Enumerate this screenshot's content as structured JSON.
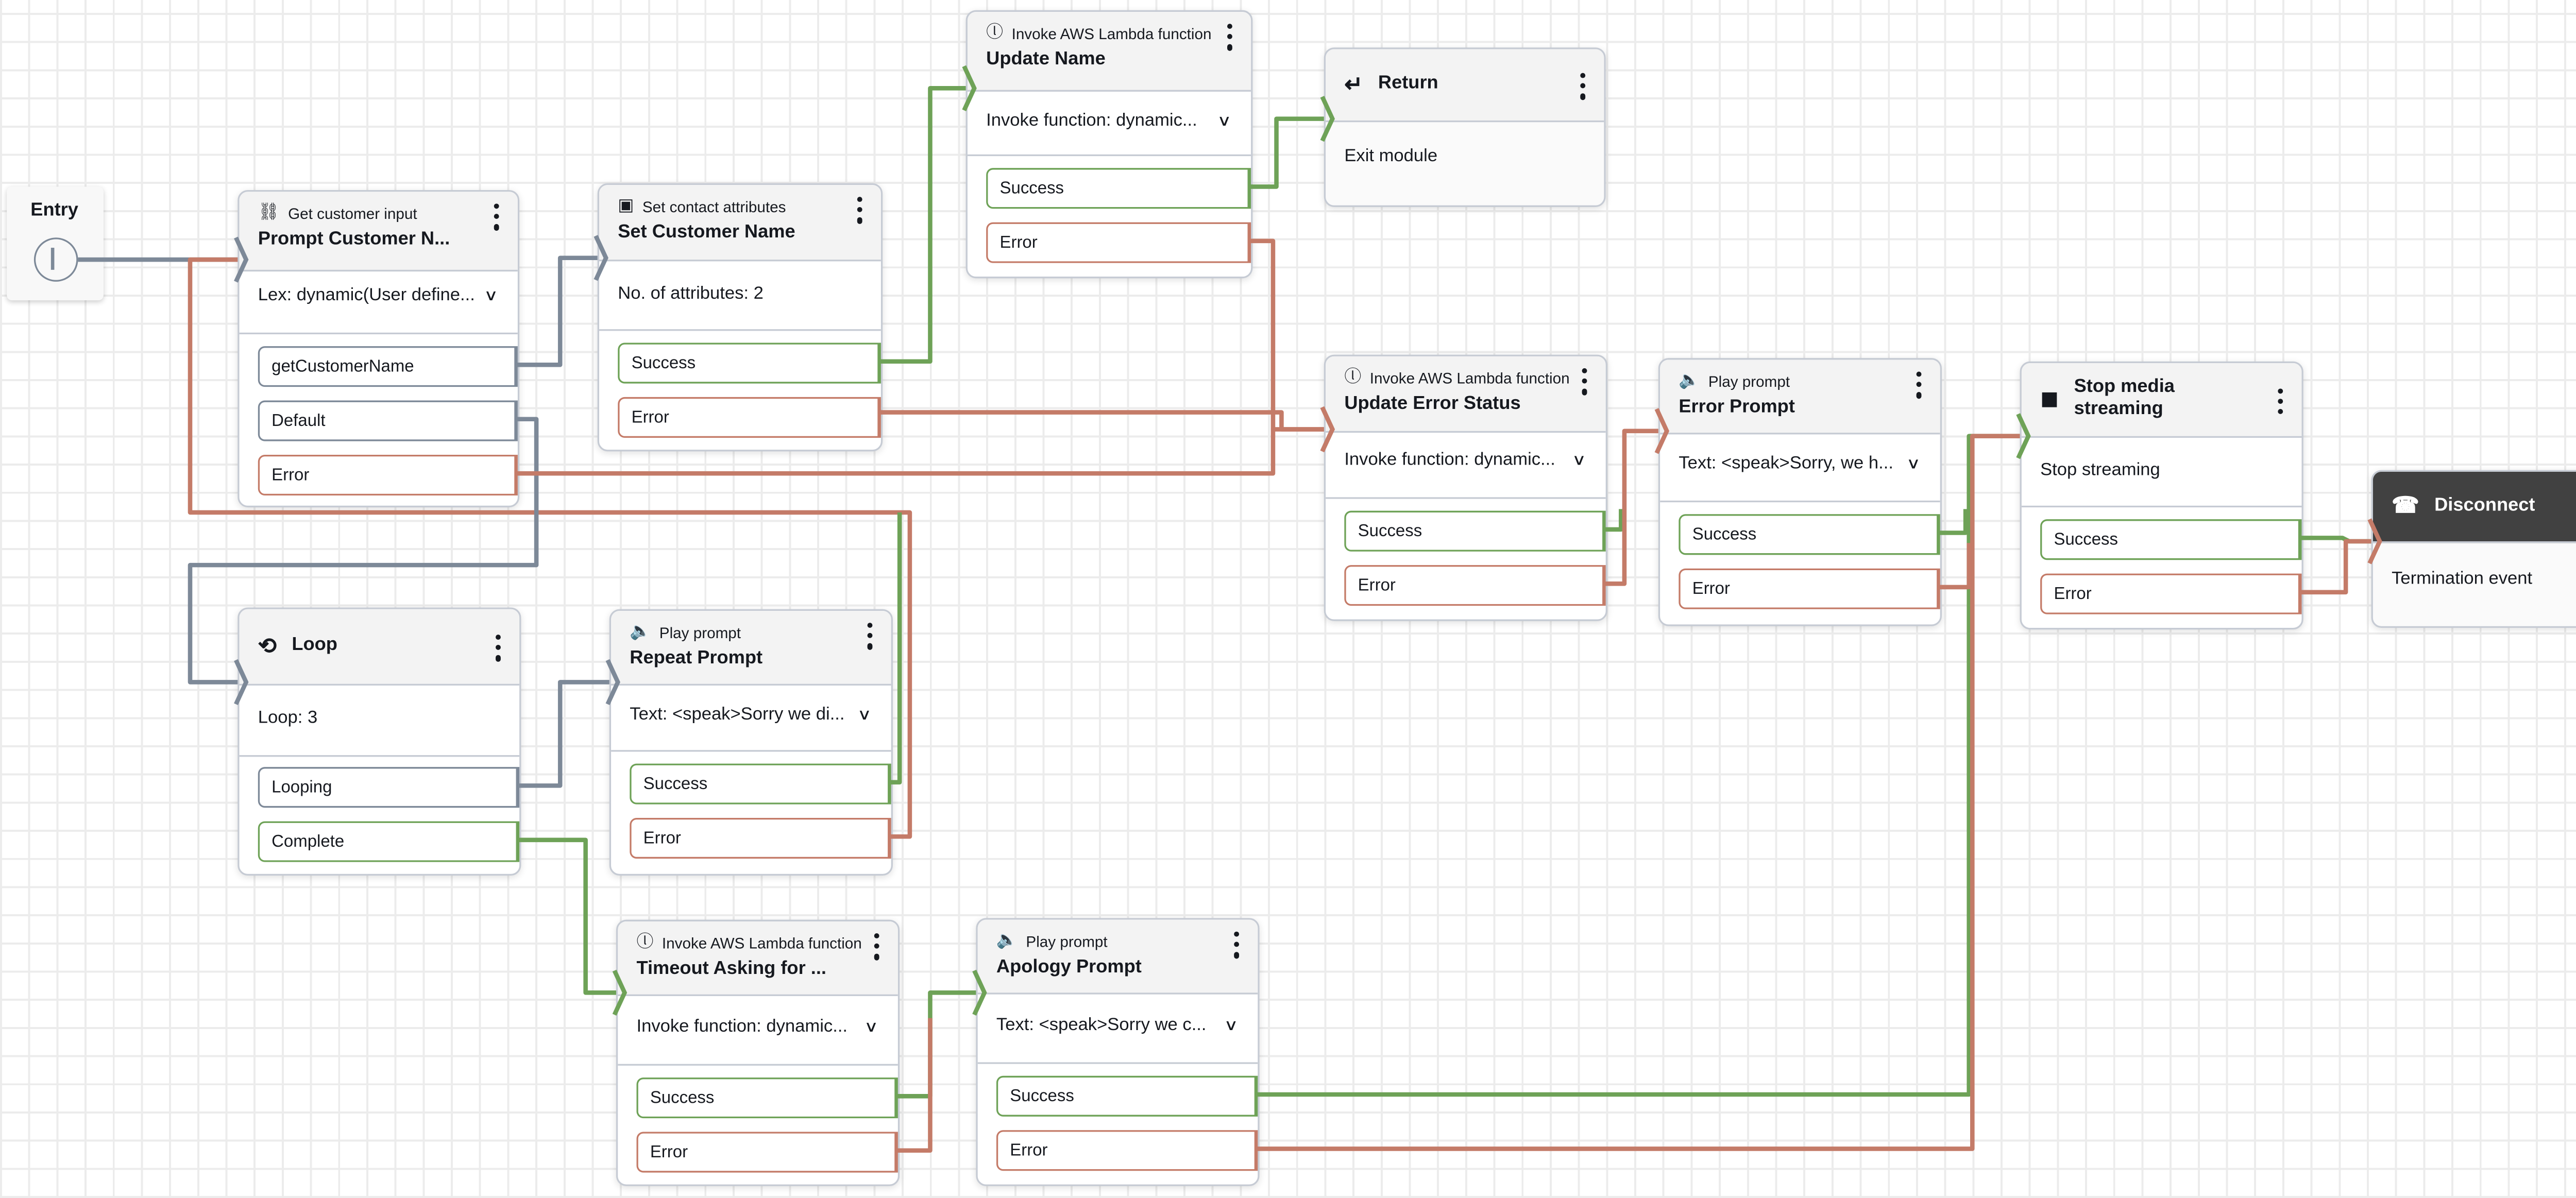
{
  "colors": {
    "gray": "#7d8998",
    "green": "#6ea257",
    "red": "#c47b68",
    "header": "#f3f3f3",
    "dark_header": "#414141"
  },
  "entry": {
    "label": "Entry",
    "icon": "entry-point-icon"
  },
  "blocks": [
    {
      "id": "prompt-customer-name",
      "type": "Get customer input",
      "icon": "get-customer-input-icon",
      "title": "Prompt Customer N...",
      "content": "Lex: dynamic(User define...",
      "dropdown": true,
      "branches": [
        {
          "label": "getCustomerName",
          "kind": "gray"
        },
        {
          "label": "Default",
          "kind": "gray"
        },
        {
          "label": "Error",
          "kind": "red"
        }
      ]
    },
    {
      "id": "set-customer-name",
      "type": "Set contact attributes",
      "icon": "set-contact-attributes-icon",
      "title": "Set Customer Name",
      "content": "No. of attributes: 2",
      "dropdown": false,
      "branches": [
        {
          "label": "Success",
          "kind": "green"
        },
        {
          "label": "Error",
          "kind": "red"
        }
      ]
    },
    {
      "id": "update-name",
      "type": "Invoke AWS Lambda function",
      "icon": "lambda-icon",
      "title": "Update Name",
      "content": "Invoke function: dynamic...",
      "dropdown": true,
      "branches": [
        {
          "label": "Success",
          "kind": "green"
        },
        {
          "label": "Error",
          "kind": "red"
        }
      ]
    },
    {
      "id": "return",
      "type": "",
      "icon": "return-icon",
      "title": "Return",
      "content": "Exit module",
      "dropdown": false,
      "branches": []
    },
    {
      "id": "update-error-status",
      "type": "Invoke AWS Lambda function",
      "icon": "lambda-icon",
      "title": "Update Error Status",
      "content": "Invoke function: dynamic...",
      "dropdown": true,
      "branches": [
        {
          "label": "Success",
          "kind": "green"
        },
        {
          "label": "Error",
          "kind": "red"
        }
      ]
    },
    {
      "id": "error-prompt",
      "type": "Play prompt",
      "icon": "speaker-icon",
      "title": "Error Prompt",
      "content": "Text: <speak>Sorry, we h...",
      "dropdown": true,
      "branches": [
        {
          "label": "Success",
          "kind": "green"
        },
        {
          "label": "Error",
          "kind": "red"
        }
      ]
    },
    {
      "id": "stop-media-streaming",
      "type": "",
      "icon": "stop-icon",
      "title": "Stop media streaming",
      "content": "Stop streaming",
      "dropdown": false,
      "branches": [
        {
          "label": "Success",
          "kind": "green"
        },
        {
          "label": "Error",
          "kind": "red"
        }
      ]
    },
    {
      "id": "disconnect",
      "type": "",
      "icon": "disconnect-phone-icon",
      "title": "Disconnect",
      "content": "Termination event",
      "dropdown": false,
      "dark": true,
      "branches": []
    },
    {
      "id": "loop",
      "type": "",
      "icon": "loop-icon",
      "title": "Loop",
      "content": "Loop: 3",
      "dropdown": false,
      "branches": [
        {
          "label": "Looping",
          "kind": "gray"
        },
        {
          "label": "Complete",
          "kind": "green"
        }
      ]
    },
    {
      "id": "repeat-prompt",
      "type": "Play prompt",
      "icon": "speaker-icon",
      "title": "Repeat Prompt",
      "content": "Text: <speak>Sorry we di...",
      "dropdown": true,
      "branches": [
        {
          "label": "Success",
          "kind": "green"
        },
        {
          "label": "Error",
          "kind": "red"
        }
      ]
    },
    {
      "id": "timeout-asking",
      "type": "Invoke AWS Lambda function",
      "icon": "lambda-icon",
      "title": "Timeout Asking for ...",
      "content": "Invoke function: dynamic...",
      "dropdown": true,
      "branches": [
        {
          "label": "Success",
          "kind": "green"
        },
        {
          "label": "Error",
          "kind": "red"
        }
      ]
    },
    {
      "id": "apology-prompt",
      "type": "Play prompt",
      "icon": "speaker-icon",
      "title": "Apology Prompt",
      "content": "Text: <speak>Sorry we c...",
      "dropdown": true,
      "branches": [
        {
          "label": "Success",
          "kind": "green"
        },
        {
          "label": "Error",
          "kind": "red"
        }
      ]
    }
  ]
}
